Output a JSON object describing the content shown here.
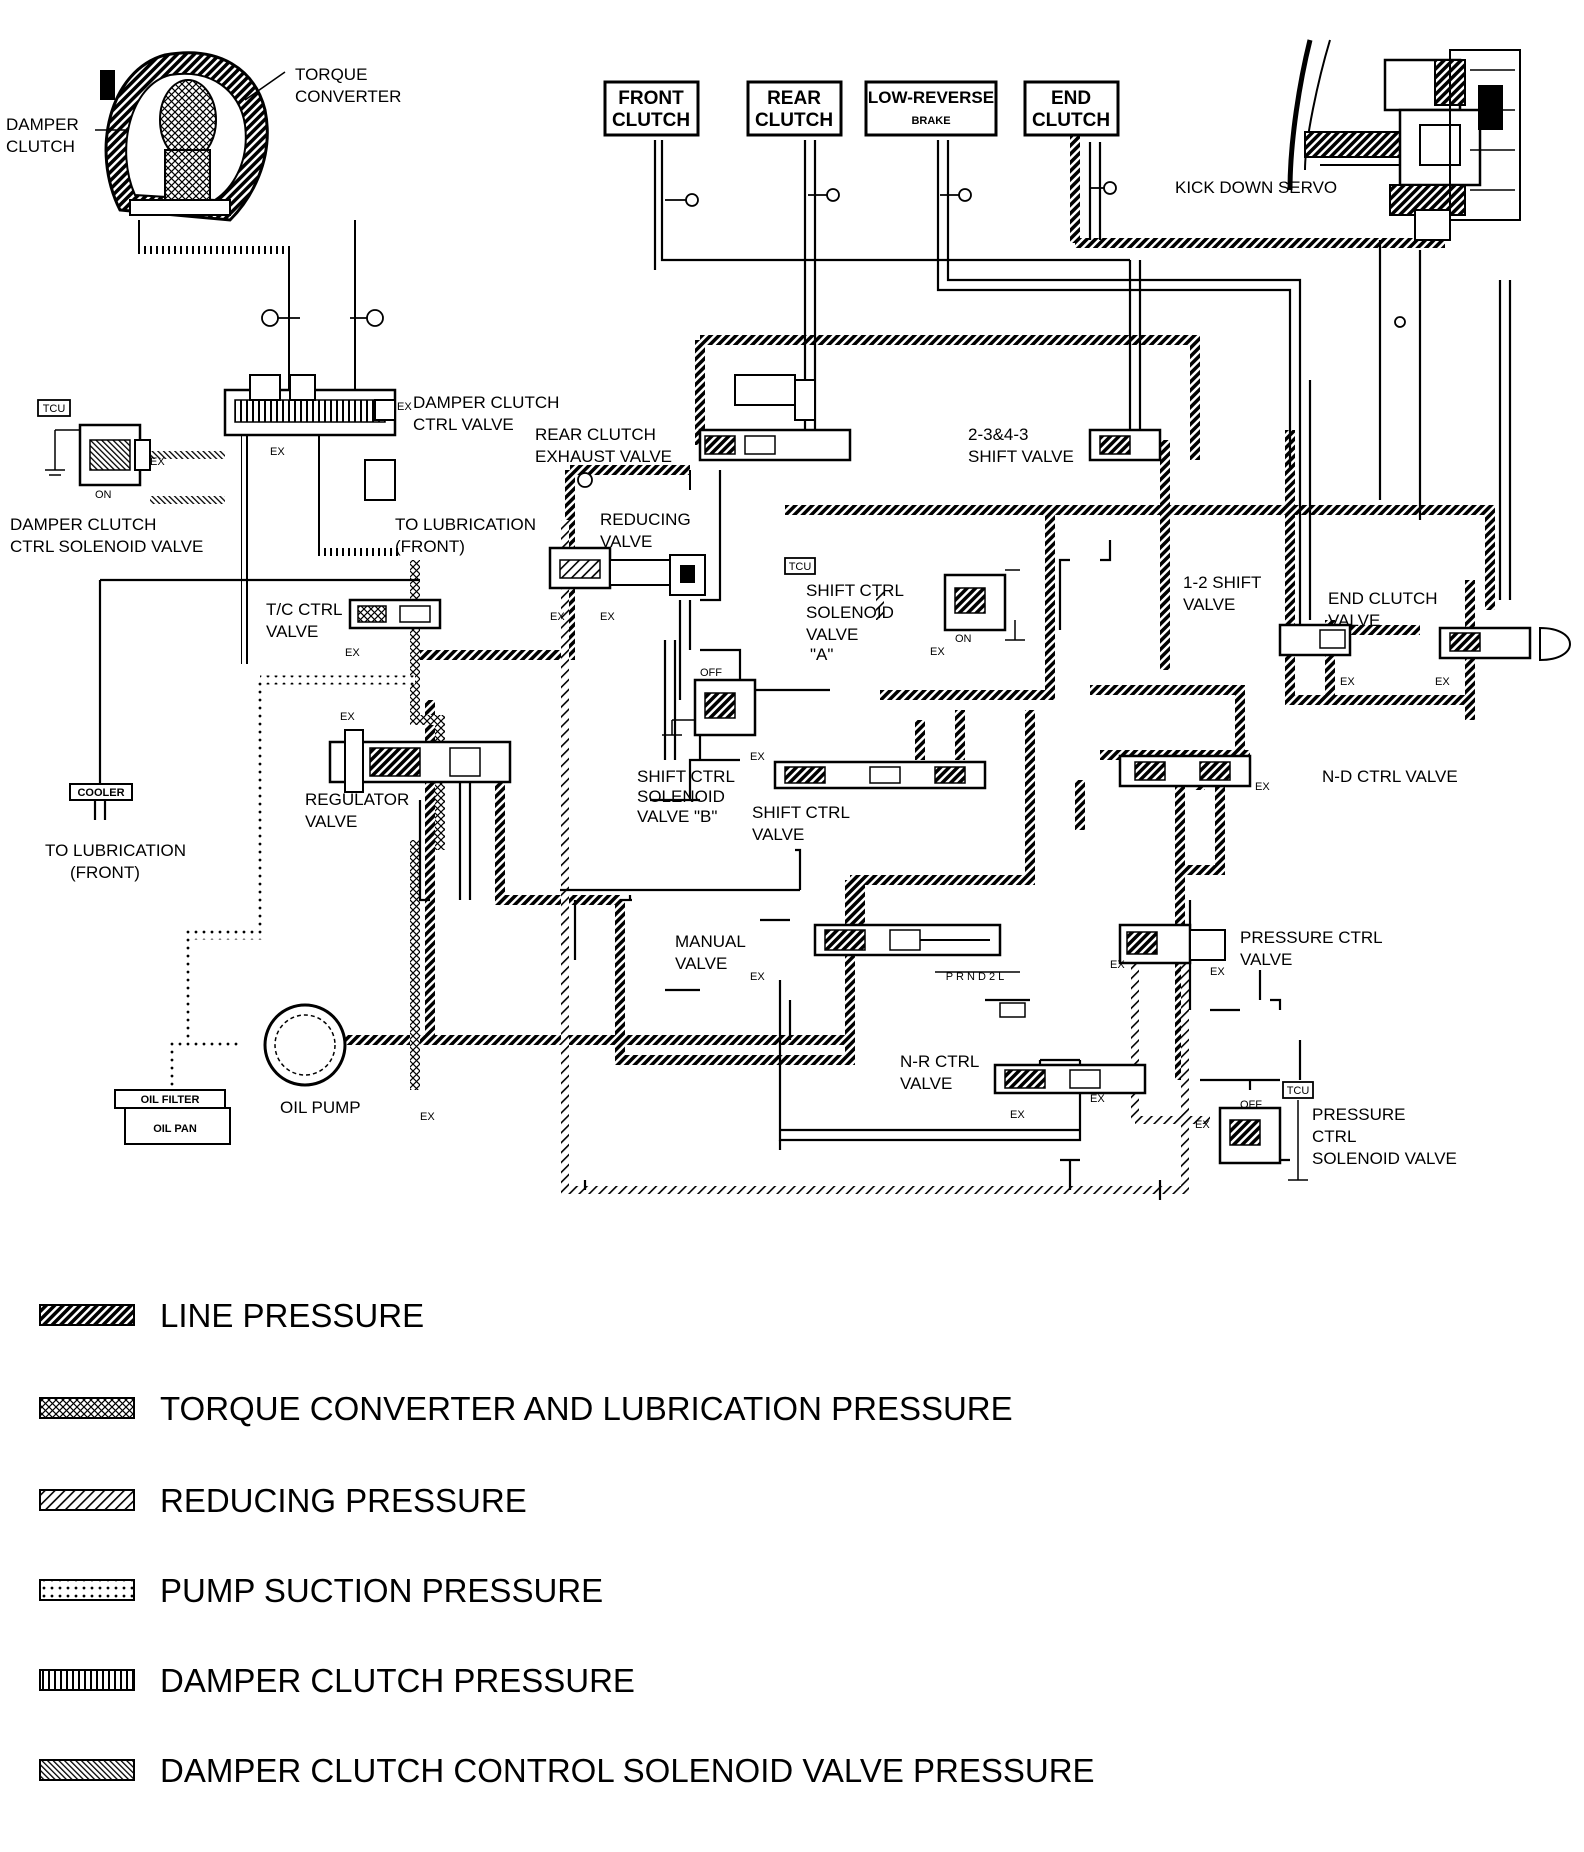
{
  "components": {
    "torque_converter": [
      "TORQUE",
      "CONVERTER"
    ],
    "damper_clutch": [
      "DAMPER",
      "CLUTCH"
    ],
    "front_clutch": [
      "FRONT",
      "CLUTCH"
    ],
    "rear_clutch": [
      "REAR",
      "CLUTCH"
    ],
    "low_reverse_brake": [
      "LOW-REVERSE",
      "BRAKE"
    ],
    "end_clutch": [
      "END",
      "CLUTCH"
    ],
    "kick_down_servo": "KICK DOWN SERVO",
    "damper_clutch_ctrl_valve": [
      "DAMPER CLUTCH",
      "CTRL VALVE"
    ],
    "rear_clutch_exhaust_valve": [
      "REAR CLUTCH",
      "EXHAUST VALVE"
    ],
    "shift_valve_234": [
      "2-3&4-3",
      "SHIFT VALVE"
    ],
    "damper_clutch_ctrl_solenoid": [
      "DAMPER CLUTCH",
      "CTRL SOLENOID VALVE"
    ],
    "to_lubrication_front_1": [
      "TO LUBRICATION",
      "(FRONT)"
    ],
    "reducing_valve": [
      "REDUCING",
      "VALVE"
    ],
    "tc_ctrl_valve": [
      "T/C CTRL",
      "VALVE"
    ],
    "shift_ctrl_solenoid_a": [
      "SHIFT CTRL",
      "SOLENOID",
      "VALVE",
      "\"A\""
    ],
    "shift_12_valve": [
      "1-2 SHIFT",
      "VALVE"
    ],
    "end_clutch_valve": [
      "END CLUTCH",
      "VALVE"
    ],
    "nd_ctrl_valve": "N-D CTRL VALVE",
    "regulator_valve": [
      "REGULATOR",
      "VALVE"
    ],
    "shift_ctrl_solenoid_b": [
      "SHIFT CTRL",
      "SOLENOID",
      "VALVE \"B\""
    ],
    "shift_ctrl_valve": [
      "SHIFT CTRL",
      "VALVE"
    ],
    "cooler": "COOLER",
    "to_lubrication_front_2": [
      "TO LUBRICATION",
      "(FRONT)"
    ],
    "manual_valve": [
      "MANUAL",
      "VALVE"
    ],
    "manual_positions": "P R N D 2 L",
    "pressure_ctrl_valve": [
      "PRESSURE CTRL",
      "VALVE"
    ],
    "nr_ctrl_valve": [
      "N-R CTRL",
      "VALVE"
    ],
    "oil_pump": "OIL PUMP",
    "oil_filter": "OIL FILTER",
    "oil_pan": "OIL PAN",
    "pressure_ctrl_solenoid": [
      "PRESSURE",
      "CTRL",
      "SOLENOID VALVE"
    ],
    "tcu": "TCU",
    "ex": "EX",
    "on": "ON",
    "off": "OFF"
  },
  "legend": [
    {
      "pattern": "line",
      "label": "LINE PRESSURE"
    },
    {
      "pattern": "tc",
      "label": "TORQUE CONVERTER AND LUBRICATION PRESSURE"
    },
    {
      "pattern": "reducing",
      "label": "REDUCING PRESSURE"
    },
    {
      "pattern": "suction",
      "label": "PUMP SUCTION PRESSURE"
    },
    {
      "pattern": "damper",
      "label": "DAMPER CLUTCH PRESSURE"
    },
    {
      "pattern": "dcsv",
      "label": "DAMPER CLUTCH CONTROL SOLENOID VALVE PRESSURE"
    }
  ]
}
